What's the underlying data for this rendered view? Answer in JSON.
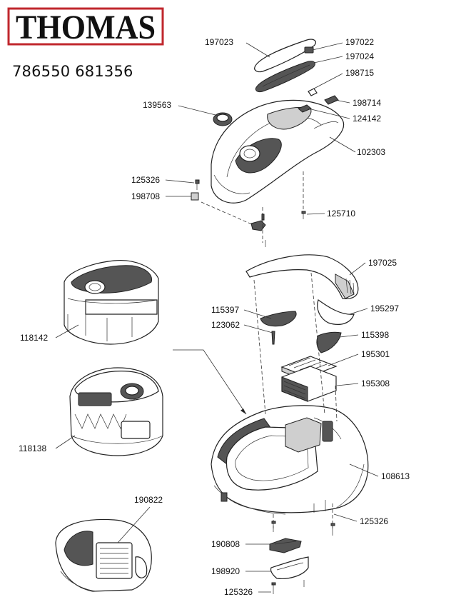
{
  "brand": {
    "logo_text": "THOMAS",
    "colors": {
      "logo_border": "#c0272d",
      "logo_text": "#111111"
    }
  },
  "model_numbers": "786550 681356",
  "parts": [
    {
      "id": "p197023",
      "label": "197023"
    },
    {
      "id": "p197022",
      "label": "197022"
    },
    {
      "id": "p197024",
      "label": "197024"
    },
    {
      "id": "p198715",
      "label": "198715"
    },
    {
      "id": "p139563",
      "label": "139563"
    },
    {
      "id": "p198714",
      "label": "198714"
    },
    {
      "id": "p124142",
      "label": "124142"
    },
    {
      "id": "p102303",
      "label": "102303"
    },
    {
      "id": "p125326a",
      "label": "125326"
    },
    {
      "id": "p198708",
      "label": "198708"
    },
    {
      "id": "p125710",
      "label": "125710"
    },
    {
      "id": "p197025",
      "label": "197025"
    },
    {
      "id": "p115397",
      "label": "115397"
    },
    {
      "id": "p195297",
      "label": "195297"
    },
    {
      "id": "p123062",
      "label": "123062"
    },
    {
      "id": "p115398",
      "label": "115398"
    },
    {
      "id": "p118142",
      "label": "118142"
    },
    {
      "id": "p195301",
      "label": "195301"
    },
    {
      "id": "p195308",
      "label": "195308"
    },
    {
      "id": "p118138",
      "label": "118138"
    },
    {
      "id": "p108613",
      "label": "108613"
    },
    {
      "id": "p190822",
      "label": "190822"
    },
    {
      "id": "p125326b",
      "label": "125326"
    },
    {
      "id": "p190808",
      "label": "190808"
    },
    {
      "id": "p198920",
      "label": "198920"
    },
    {
      "id": "p125326c",
      "label": "125326"
    }
  ]
}
